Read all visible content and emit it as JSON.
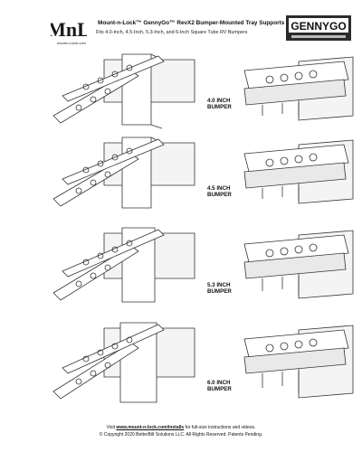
{
  "header": {
    "mnl_logo_text": "MnL",
    "mnl_url": "mount-n-lock.com",
    "title": "Mount-n-Lock™ GennyGo™ RevX2 Bumper-Mounted Tray Supports",
    "subtitle": "Fits 4.0-Inch, 4.5-Inch, 5.3-Inch, and 6-Inch Square Tube RV Bumpers",
    "gennygo_logo_text": "GENNYGO"
  },
  "rows": [
    {
      "label_line1": "4.0 INCH",
      "label_line2": "BUMPER"
    },
    {
      "label_line1": "4.5 INCH",
      "label_line2": "BUMPER"
    },
    {
      "label_line1": "5.3 INCH",
      "label_line2": "BUMPER"
    },
    {
      "label_line1": "6.0 INCH",
      "label_line2": "BUMPER"
    }
  ],
  "footer": {
    "visit_prefix": "Visit ",
    "visit_url": "www.mount-n-lock.com/installs",
    "visit_suffix": " for full-size instructions and videos.",
    "copyright": "© Copyright 2020 BetterBilt Solutions LLC. All Rights Reserved. Patents Pending."
  },
  "colors": {
    "line": "#333333",
    "bumper_shade": "#e9e9e9",
    "logo_bg": "#2b2b2b"
  }
}
